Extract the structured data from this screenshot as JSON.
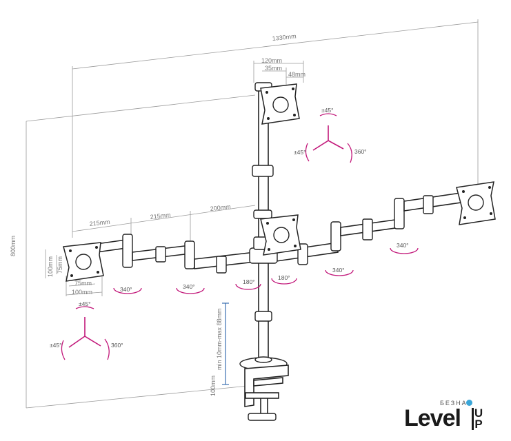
{
  "dimensions": {
    "total_width": "1330mm",
    "height": "800mm",
    "top_width": "120mm",
    "inner_35": "35mm",
    "inner_48": "48mm",
    "arm_left_1": "215mm",
    "arm_left_2": "215mm",
    "arm_center": "200mm",
    "vesa_75_v": "75mm",
    "vesa_100_v": "100mm",
    "vesa_75_h": "75mm",
    "vesa_100_h": "100mm",
    "clamp_range": "min 10mm-max 88mm",
    "clamp_depth": "100mm"
  },
  "rotations": {
    "tilt_top": "±45°",
    "swivel_top": "±45°",
    "rotate_top": "360°",
    "tilt_bottom": "±45°",
    "swivel_bottom": "±45°",
    "rotate_bottom": "360°",
    "joint_left_1": "340°",
    "joint_left_2": "340°",
    "joint_center_left": "180°",
    "joint_center_right": "180°",
    "joint_right_1": "340°",
    "joint_right_2": "340°"
  },
  "logo": {
    "main": "Level",
    "small": "БЕЗНАЛ",
    "up_top": "U",
    "up_bottom": "P"
  },
  "colors": {
    "accent": "#c2187a",
    "dimension_line": "#9a9a9a",
    "clamp_dimension": "#3a6fb0",
    "logo_dot": "#3aa6d8"
  }
}
